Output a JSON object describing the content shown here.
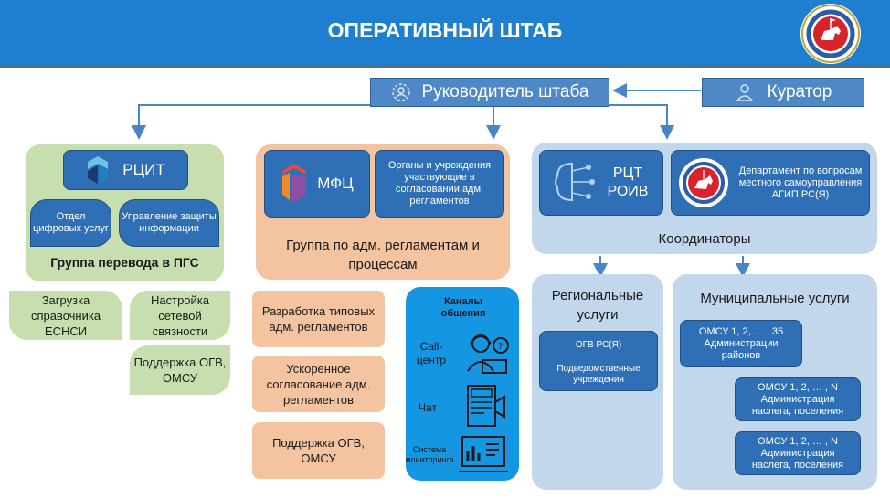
{
  "header": {
    "title": "ОПЕРАТИВНЫЙ ШТАБ"
  },
  "top": {
    "head": "Руководитель штаба",
    "curator": "Куратор"
  },
  "rcit": {
    "name": "РЦИТ",
    "dept1": "Отдел цифровых услуг",
    "dept2": "Управление защиты информации",
    "caption": "Группа перевода в ПГС",
    "tasks": [
      "Загрузка справочника ЕСНСИ",
      "Настройка сетевой связности",
      "Поддержка ОГВ, ОМСУ"
    ]
  },
  "mfc": {
    "name": "МФЦ",
    "agencies": "Органы и учреждения участвующие в согласовании адм. регламентов",
    "caption": "Группа по адм. регламентам и процессам",
    "tasks": [
      "Разработка типовых адм. регламентов",
      "Ускоренное согласование адм. регламентов",
      "Поддержка ОГВ, ОМСУ"
    ]
  },
  "channels": {
    "title": "Каналы общения",
    "items": [
      "Call-центр",
      "Чат",
      "Система мониторинга"
    ]
  },
  "coord": {
    "rcto": "РЦТ РОИВ",
    "dept": "Департамент по вопросам местного самоуправления АГИП РС(Я)",
    "caption": "Координаторы"
  },
  "regional": {
    "title": "Региональные услуги",
    "box": "ОГВ РС(Я)",
    "box2": "Подведомственные учреждения"
  },
  "municipal": {
    "title": "Муниципальные услуги",
    "top": "ОМСУ 1, 2, … , 35 Администрации районов",
    "sub1": "ОМСУ 1, 2, … , N Администрация наслега, поселения",
    "sub2": "ОМСУ 1, 2, … , N Администрация наслега, поселения"
  },
  "colors": {
    "banner": "#1e7fd1",
    "box_blue": "#4f88c6",
    "green": "#c7dfae",
    "orange": "#f4c39f",
    "light_blue": "#c3d7ec"
  }
}
